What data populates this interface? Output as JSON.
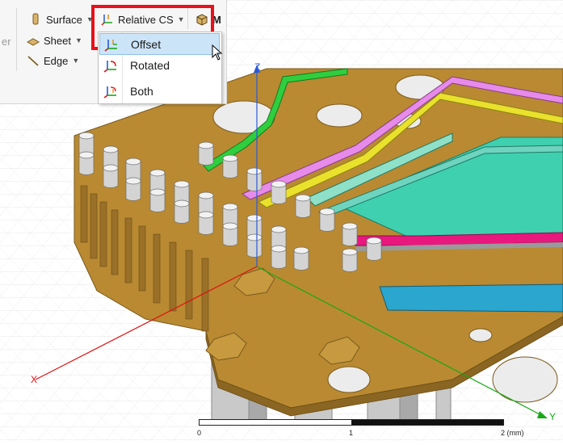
{
  "ribbon": {
    "surface_label": "Surface",
    "sheet_label": "Sheet",
    "edge_label": "Edge",
    "relative_cs_label": "Relative CS",
    "model_label_partial": "M",
    "cut_text": "er"
  },
  "menu": {
    "items": [
      {
        "label": "Offset",
        "icon": "offset-cs-icon",
        "selected": true
      },
      {
        "label": "Rotated",
        "icon": "rotated-cs-icon",
        "selected": false
      },
      {
        "label": "Both",
        "icon": "both-cs-icon",
        "selected": false
      }
    ]
  },
  "viewport": {
    "axes": {
      "x": "X",
      "y": "Y",
      "z": "Z"
    },
    "scale_ticks": [
      "0",
      "1",
      "2 (mm)"
    ]
  },
  "colors": {
    "board": "#b98a32",
    "board_edge": "#7a5a1c",
    "pin": "#d4d4d4",
    "trace_green": "#2fce3f",
    "trace_pink": "#e78bea",
    "trace_yellow": "#e9e12c",
    "teal_layer": "#3fd0b0",
    "magenta": "#e8187e",
    "blue_layer": "#2aa6cf",
    "highlight": "#e8101a",
    "menu_selected": "#cce4f7"
  }
}
